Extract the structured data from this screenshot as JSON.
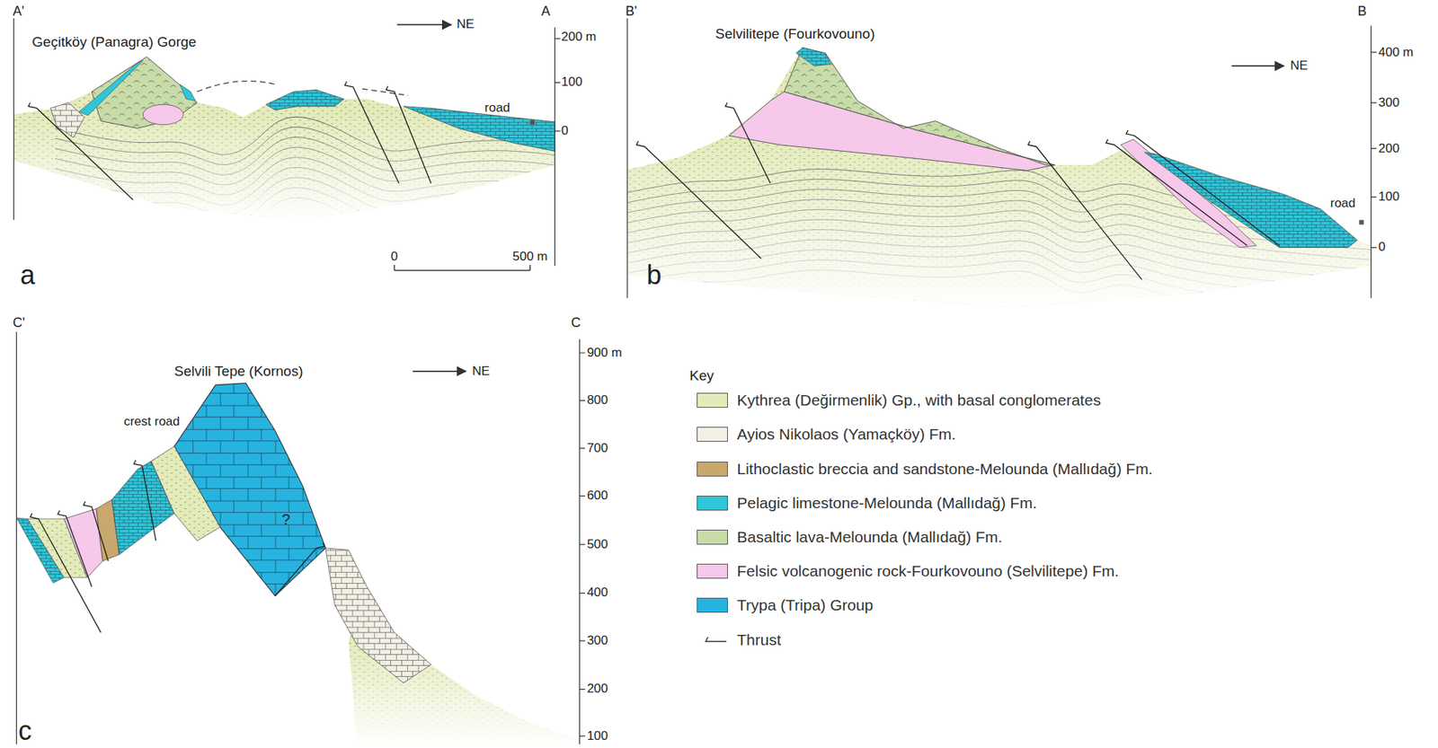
{
  "diagram": {
    "labels": [
      "A'",
      "Geçitköy (Panagra) Gorge",
      "NE",
      "A",
      "200 m",
      "100",
      "road",
      "0",
      "0",
      "500 m",
      "a",
      "B'",
      "Selvilitepe (Fourkovouno)",
      "NE",
      "B",
      "400 m",
      "300",
      "200",
      "100",
      "road",
      "0",
      "b",
      "C'",
      "C",
      "900 m",
      "Selvili Tepe (Kornos)",
      "NE",
      "800",
      "crest road",
      "700",
      "600",
      "500",
      "?",
      "400",
      "300",
      "200",
      "100",
      "c",
      "Key"
    ],
    "legend": [
      {
        "text": "Kythrea (Değirmenlik) Gp., with basal conglomerates",
        "color": "#e3ebbb"
      },
      {
        "text": "Ayios Nikolaos (Yamaçköy) Fm.",
        "color": "#f3efe4"
      },
      {
        "text": "Lithoclastic breccia and sandstone-Melounda (Mallıdağ) Fm.",
        "color": "#c8a86c"
      },
      {
        "text": "Pelagic limestone-Melounda (Mallıdağ) Fm.",
        "color": "#2ec6d8"
      },
      {
        "text": "Basaltic lava-Melounda (Mallıdağ) Fm.",
        "color": "#c8dcaa"
      },
      {
        "text": "Felsic volcanogenic rock-Fourkovouno (Selvilitepe) Fm.",
        "color": "#f6c8ea"
      },
      {
        "text": "Trypa (Tripa) Group",
        "color": "#27b3df"
      },
      {
        "text": "Thrust"
      }
    ]
  }
}
